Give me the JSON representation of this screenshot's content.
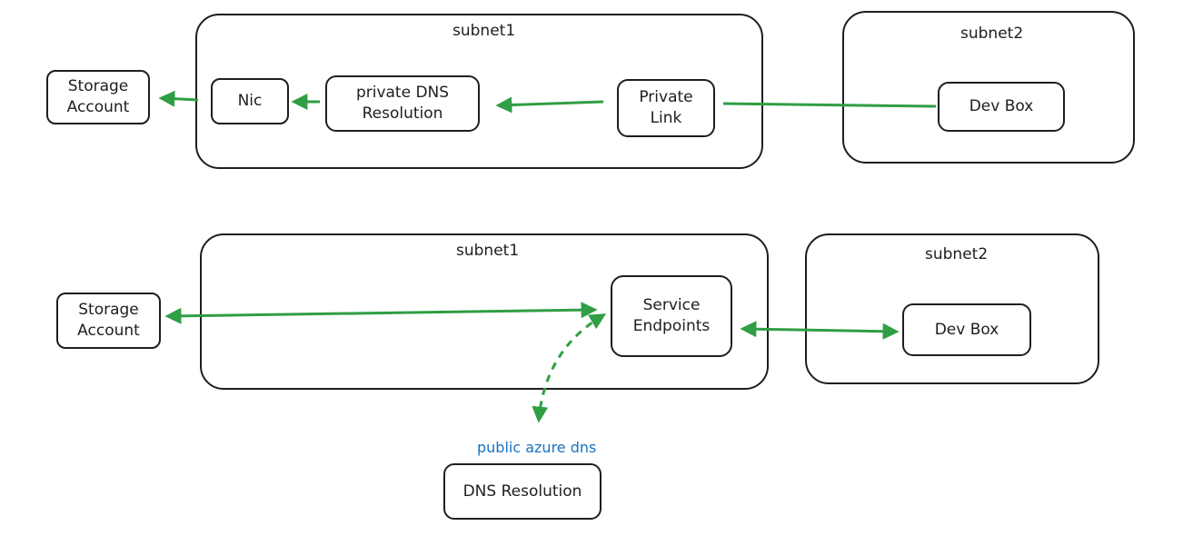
{
  "colors": {
    "stroke": "#1e1e1e",
    "arrow": "#2f9e44",
    "note": "#1971c2"
  },
  "top": {
    "subnet1_title": "subnet1",
    "subnet2_title": "subnet2",
    "storage_account": "Storage\nAccount",
    "nic": "Nic",
    "private_dns": "private DNS\nResolution",
    "private_link": "Private\nLink",
    "dev_box": "Dev Box"
  },
  "bottom": {
    "subnet1_title": "subnet1",
    "subnet2_title": "subnet2",
    "storage_account": "Storage\nAccount",
    "service_endpoints": "Service\nEndpoints",
    "dev_box": "Dev Box",
    "note": "public azure dns",
    "dns_resolution": "DNS Resolution"
  }
}
